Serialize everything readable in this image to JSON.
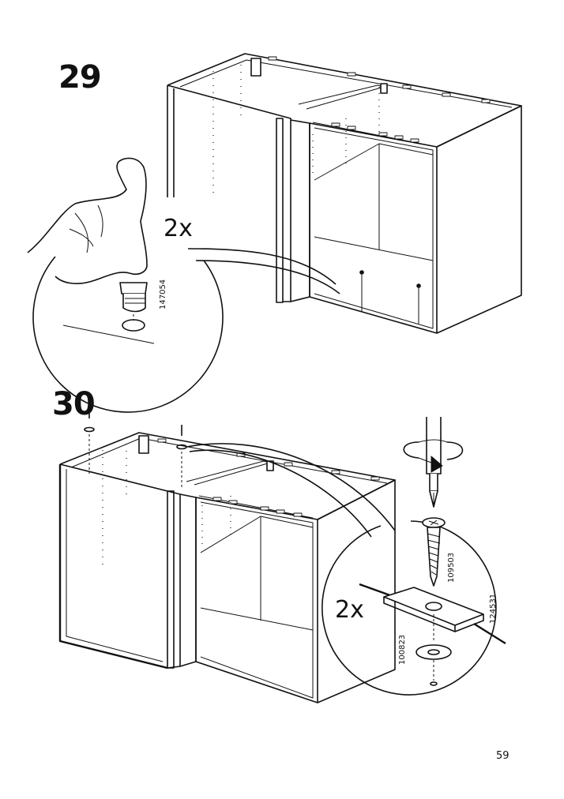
{
  "steps": [
    {
      "number": "29",
      "quantity": "2x",
      "part_numbers": [
        "147054"
      ],
      "action": "press-fit plastic plug into hole by hand"
    },
    {
      "number": "30",
      "quantity": "2x",
      "part_numbers": [
        "109503",
        "124531",
        "100823"
      ],
      "action": "screw through plate and washer with screwdriver"
    }
  ],
  "icons": [
    "hand-icon",
    "plug-icon",
    "screwdriver-icon",
    "rotation-arrow-icon",
    "screw-icon",
    "plate-icon",
    "washer-icon"
  ],
  "page_number": "59"
}
